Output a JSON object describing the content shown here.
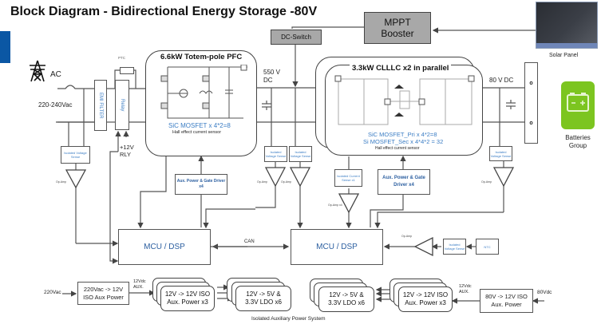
{
  "title": "Block Diagram - Bidirectional Energy Storage -80V",
  "source": {
    "ac_label": "AC",
    "voltage_label": "220-240Vac",
    "ptc_label": "PTC",
    "emi_filter_label": "EMI FILTER",
    "relay_label": "Relay",
    "relay_supply_label": "+12V RLY"
  },
  "pfc": {
    "title": "6.6kW Totem-pole PFC",
    "mosfet_label": "SiC MOSFET x 4*2=8",
    "sensor_label": "Hall effect current sensor"
  },
  "dc_bus": {
    "label": "550 V DC"
  },
  "dc_switch": {
    "label": "DC-Switch"
  },
  "mppt": {
    "label": "MPPT Booster"
  },
  "solar": {
    "label": "Solar Panel"
  },
  "clllc": {
    "title": "3.3kW CLLLC x2 in parallel",
    "pri_label": "SiC MOSFET_Pri x 4*2=8",
    "sec_label": "Si MOSFET_Sec  x 4*4*2 = 32",
    "sensor_label": "Hall effect current sensor"
  },
  "battery_bus": {
    "label": "80 V DC"
  },
  "battery": {
    "label": "Batteries Group"
  },
  "sensors": {
    "isolated_voltage": "Isolated Voltage Sense",
    "isolated_current": "Isolated Current Sense x1",
    "ntc": "NTC"
  },
  "op_amp": {
    "label": "Op-Amp",
    "label_x4": "Op-Amp x4"
  },
  "aux_gate_driver": {
    "label": "Aux. Power & Gate Driver x4"
  },
  "mcu_left": {
    "label": "MCU / DSP"
  },
  "mcu_right": {
    "label": "MCU / DSP"
  },
  "can": {
    "label": "CAN"
  },
  "aux_system": {
    "title": "Isolated Auxiliary Power System",
    "left_input": "220Vac",
    "left_converter": "220Vac -> 12V ISO Aux Power",
    "left_aux_label": "12Vdc AUX.",
    "left_iso": "12V -> 12V ISO Aux. Power x3",
    "left_ldo": "12V -> 5V & 3.3V LDO x6",
    "right_ldo": "12V -> 5V & 3.3V LDO x6",
    "right_iso": "12V -> 12V ISO Aux. Power x3",
    "right_aux_label": "12Vdc AUX.",
    "right_converter": "80V -> 12V ISO Aux. Power",
    "right_input": "80Vdc"
  }
}
